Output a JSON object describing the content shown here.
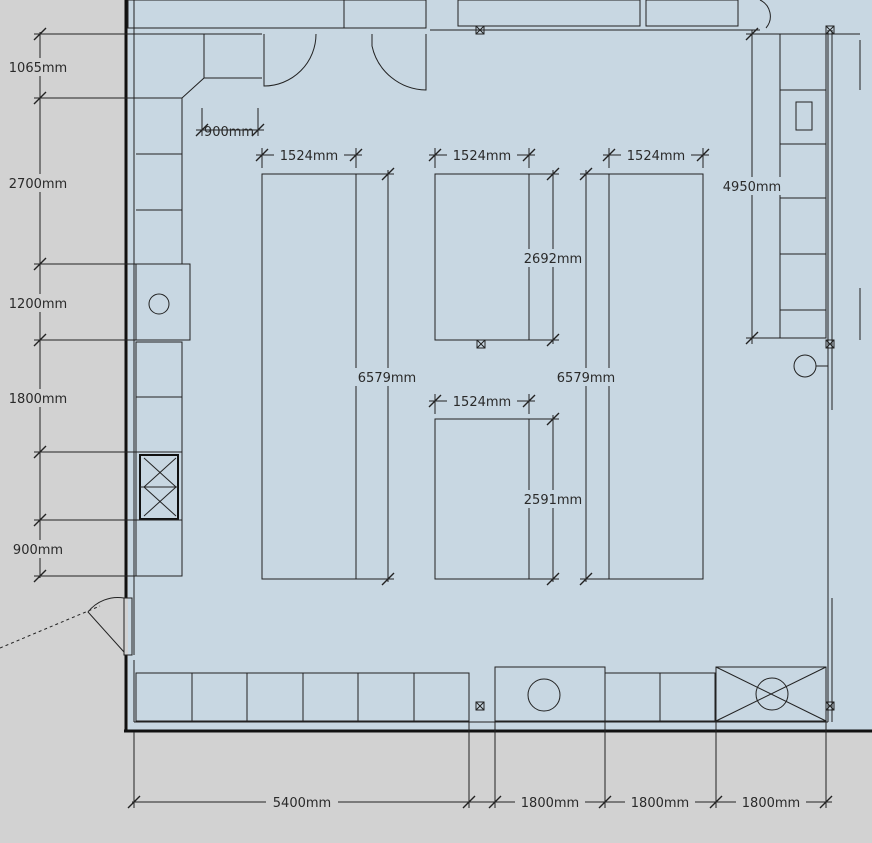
{
  "colors": {
    "floor": "#c8d7e2",
    "background": "#d2d2d2",
    "line": "#222222"
  },
  "dimensions": {
    "left": {
      "d1065": "1065mm",
      "d2700": "2700mm",
      "d1200": "1200mm",
      "d1800": "1800mm",
      "d900": "900mm"
    },
    "corner": "900mm",
    "bench": {
      "w_left": "1524mm",
      "w_mid_top": "1524mm",
      "w_right": "1524mm",
      "w_mid_bottom": "1524mm",
      "h_left": "6579mm",
      "h_mid_top": "2692mm",
      "h_mid_bottom": "2591mm",
      "h_right": "6579mm"
    },
    "right_counter": "4950mm",
    "bottom": {
      "d5400": "5400mm",
      "d1800a": "1800mm",
      "d1800b": "1800mm",
      "d1800c": "1800mm"
    }
  }
}
